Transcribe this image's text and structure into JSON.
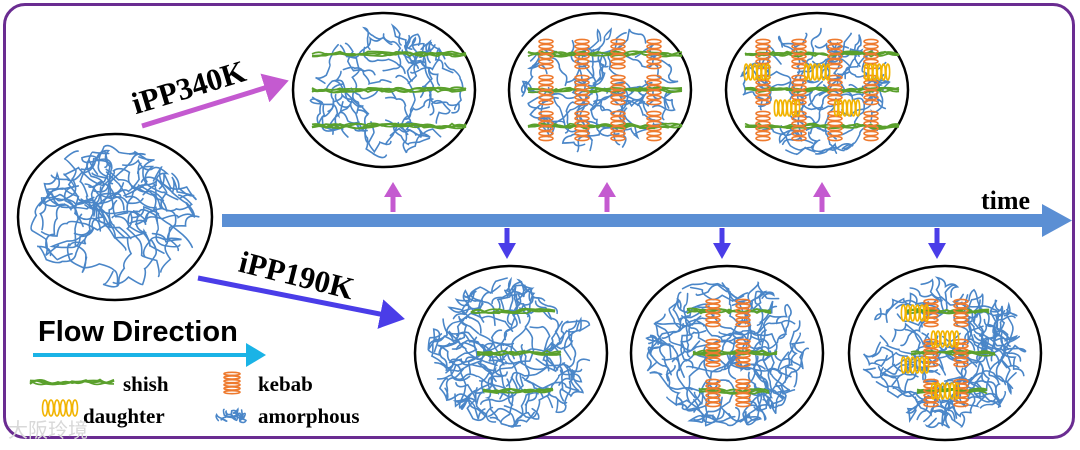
{
  "labels": {
    "upper_branch": "iPP340K",
    "lower_branch": "iPP190K",
    "time": "time",
    "flow": "Flow  Direction"
  },
  "legend": {
    "shish": "shish",
    "kebab": "kebab",
    "daughter": "daughter",
    "amorphous": "amorphous"
  },
  "watermark": "大阪玲境",
  "colors": {
    "frame": "#6a2c91",
    "time_axis": "#5b8fd4",
    "upper_arrow": "#c45ad0",
    "lower_arrow": "#4a3de8",
    "flow_arrow": "#1ab3e6",
    "amorphous": "#4a86c8",
    "shish": "#5aa02c",
    "kebab": "#ee7a2e",
    "daughter": "#f2b400"
  },
  "icons": {
    "shish": "green-fibril",
    "kebab": "orange-coil",
    "daughter": "yellow-coil",
    "amorphous": "blue-tangle"
  }
}
